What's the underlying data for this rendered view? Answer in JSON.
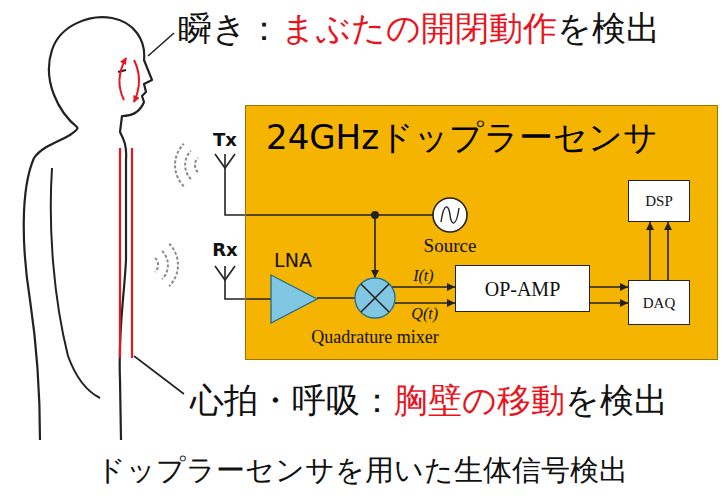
{
  "diagram": {
    "caption": "ドップラーセンサを用いた生体信号検出",
    "nodes": [
      {
        "text": [
          "24GHzドップラーセンサ"
        ]
      },
      {
        "text": [
          "Source"
        ],
        "in": 0
      },
      {
        "text": [
          "LNA"
        ],
        "in": 0
      },
      {
        "text": [
          "Quadrature mixer"
        ],
        "in": 0
      },
      {
        "text": [
          "OP-AMP"
        ],
        "in": 0
      },
      {
        "text": [
          "DAQ"
        ],
        "in": 0
      },
      {
        "text": [
          "DSP"
        ],
        "in": 0
      }
    ],
    "edges": [
      {
        "from": 2,
        "to": 3,
        "arrow": "none"
      },
      {
        "from": 1,
        "to": 3,
        "arrow": "to"
      },
      {
        "from": 3,
        "to": 4,
        "label": "I(t)",
        "arrow": "to"
      },
      {
        "from": 3,
        "to": 4,
        "label": "Q(t)",
        "arrow": "to"
      },
      {
        "from": 4,
        "to": 5,
        "arrow": "to"
      },
      {
        "from": 4,
        "to": 5,
        "arrow": "to"
      },
      {
        "from": 5,
        "to": 6,
        "arrow": "to"
      },
      {
        "from": 5,
        "to": 6,
        "arrow": "to"
      }
    ],
    "labels": [
      "瞬き：",
      "まぶたの開閉動作",
      "を検出",
      "心拍・呼吸：",
      "胸壁の移動",
      "を検出",
      "Tx",
      "Rx"
    ]
  }
}
